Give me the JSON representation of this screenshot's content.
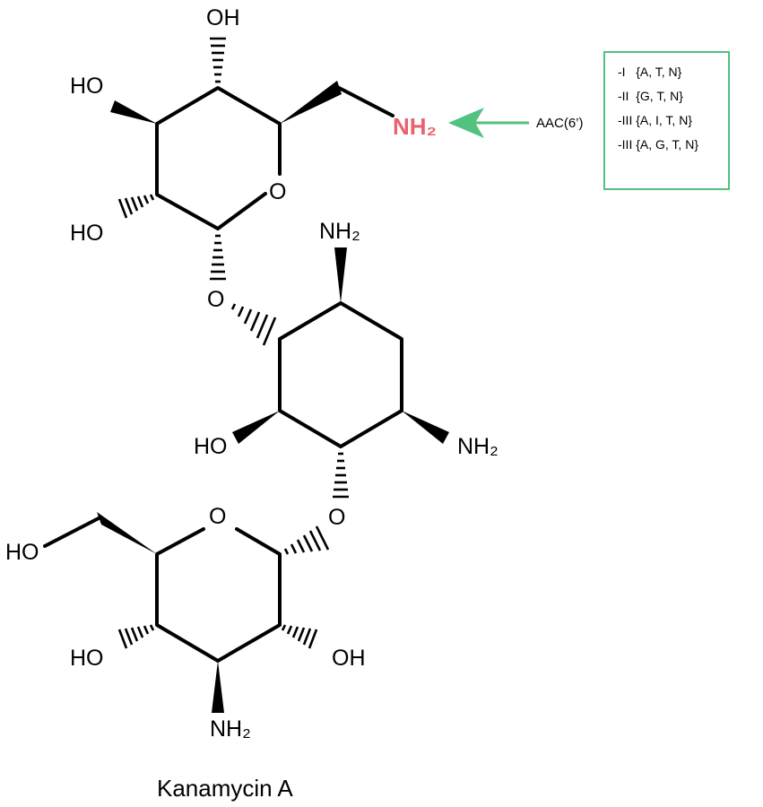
{
  "molecule_name": "Kanamycin A",
  "atoms": {
    "top_ring_oh_top": "OH",
    "top_ring_oh_left": "HO",
    "top_ring_oh_lower_left": "HO",
    "top_ring_o": "O",
    "top_ring_nh2": "NH₂",
    "glycosidic_o_1": "O",
    "middle_nh2_top": "NH₂",
    "middle_nh2_right": "NH₂",
    "middle_ho": "HO",
    "glycosidic_o_2": "O",
    "bottom_ring_o": "O",
    "bottom_ho_ch2": "HO",
    "bottom_ho_left": "HO",
    "bottom_oh_right": "OH",
    "bottom_nh2": "NH₂"
  },
  "enzyme": {
    "label": "AAC(6’)",
    "arrow_color": "#52c27e",
    "target_color": "#e8636f"
  },
  "variants": [
    {
      "label": "-I   {A, T, N}"
    },
    {
      "label": "-II  {G, T, N}"
    },
    {
      "label": "-III {A, I, T, N}"
    },
    {
      "label": "-III {A, G, T, N}"
    }
  ],
  "box_color": "#52c27e"
}
